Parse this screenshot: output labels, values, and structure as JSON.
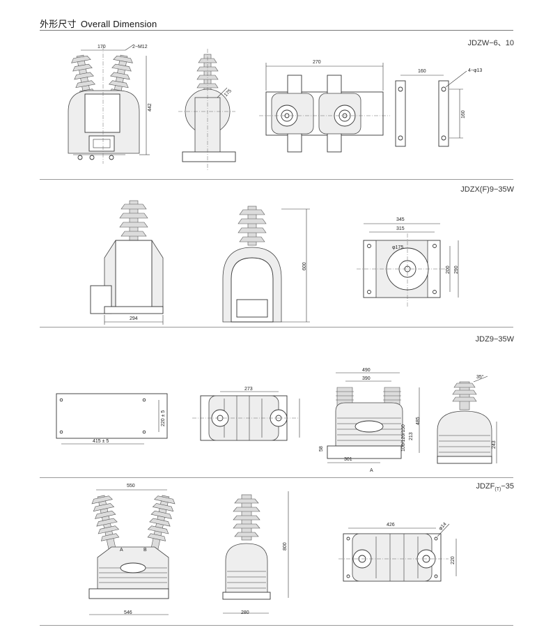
{
  "header": {
    "title_zh": "外形尺寸",
    "title_en": "Overall Dimension"
  },
  "sections": [
    {
      "model": "JDZW−6、10",
      "dims": {
        "d170": "170",
        "m12": "2−M12",
        "h442": "442",
        "d175": "175",
        "d270": "270",
        "d160a": "160",
        "holes": "4−φ13",
        "d160b": "160"
      }
    },
    {
      "model": "JDZX(F)9−35W",
      "dims": {
        "h600": "600",
        "w294": "294",
        "w345": "345",
        "w315": "315",
        "h200": "200",
        "h290": "290",
        "phi": "φ175"
      }
    },
    {
      "model": "JDZ9−35W",
      "dims": {
        "h220": "220 ± 5",
        "w415": "415 ± 5",
        "w273": "273",
        "w490": "490",
        "w390": "390",
        "h485": "485",
        "h213": "213",
        "h100": "100/120/150",
        "h58": "58",
        "w301": "301",
        "label_a": "A",
        "a35": "35°",
        "h243": "243"
      }
    },
    {
      "model_prefix": "JDZF",
      "model_sub": "(T)",
      "model_suffix": "−35",
      "dims": {
        "w550": "550",
        "h800": "800",
        "w546": "546",
        "w280": "280",
        "w426": "426",
        "h220": "220",
        "phi14": "φ14",
        "la": "A",
        "lb": "B"
      }
    }
  ]
}
